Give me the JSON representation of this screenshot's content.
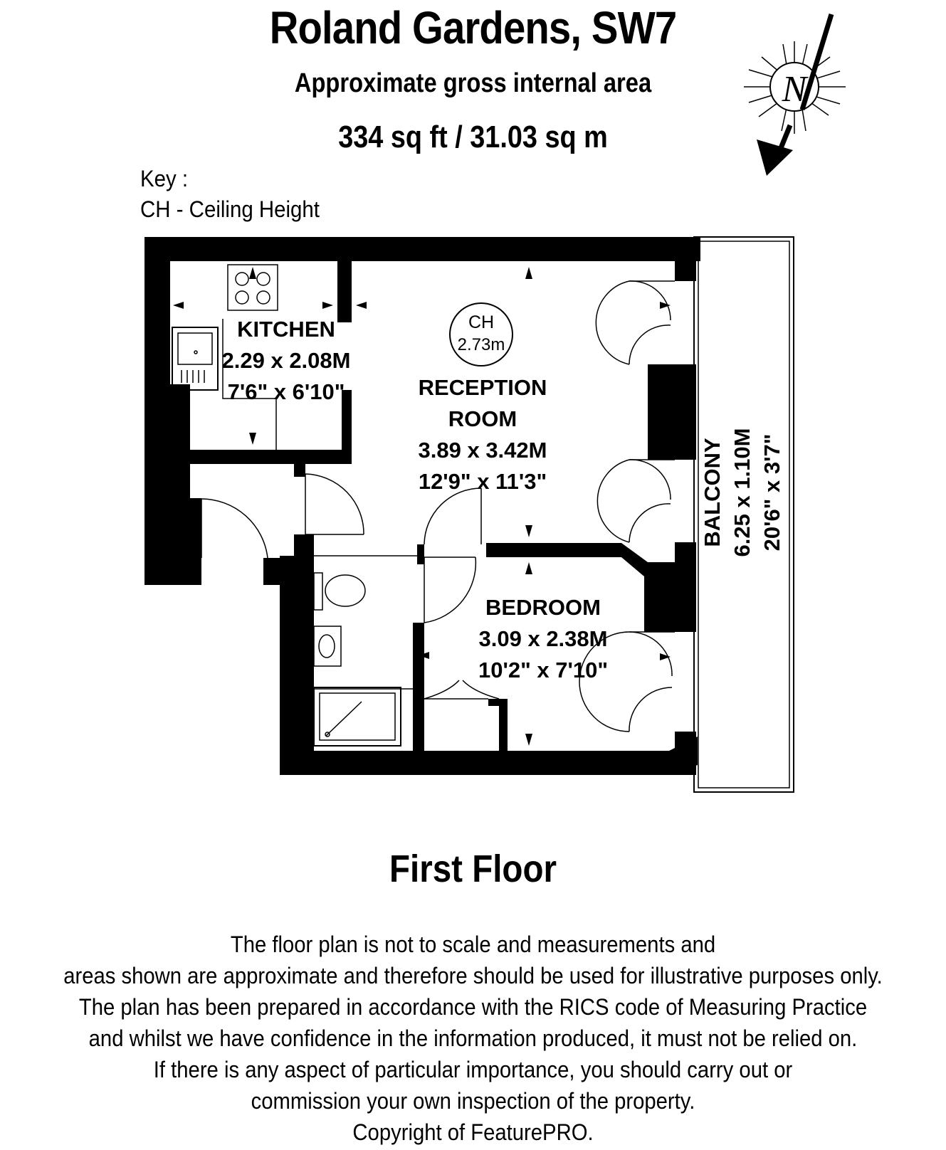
{
  "header": {
    "title": "Roland Gardens, SW7",
    "subtitle": "Approximate gross internal area",
    "area": "334 sq ft / 31.03 sq m"
  },
  "key": {
    "heading": "Key :",
    "entry": "CH - Ceiling Height"
  },
  "compass": {
    "label": "N"
  },
  "rooms": {
    "kitchen": {
      "name": "KITCHEN",
      "metric": "2.29 x 2.08M",
      "imperial": "7'6\" x 6'10\""
    },
    "reception": {
      "name_line1": "RECEPTION",
      "name_line2": "ROOM",
      "metric": "3.89 x 3.42M",
      "imperial": "12'9\" x 11'3\""
    },
    "bedroom": {
      "name": "BEDROOM",
      "metric": "3.09 x 2.38M",
      "imperial": "10'2\" x 7'10\""
    },
    "balcony": {
      "name": "BALCONY",
      "metric": "6.25 x 1.10M",
      "imperial": "20'6\" x 3'7\""
    }
  },
  "ceiling_height": {
    "code": "CH",
    "value": "2.73m"
  },
  "floor_label": "First Floor",
  "disclaimer": [
    "The floor plan is not to scale and measurements and",
    "areas shown are approximate and therefore should be used for illustrative purposes only.",
    "The plan has been prepared in accordance with the RICS code of Measuring Practice",
    "and whilst we have confidence in the information produced, it must not be relied on.",
    "If there is any aspect of particular importance, you should carry out or",
    "commission your own inspection of the property.",
    "Copyright of FeaturePRO."
  ]
}
